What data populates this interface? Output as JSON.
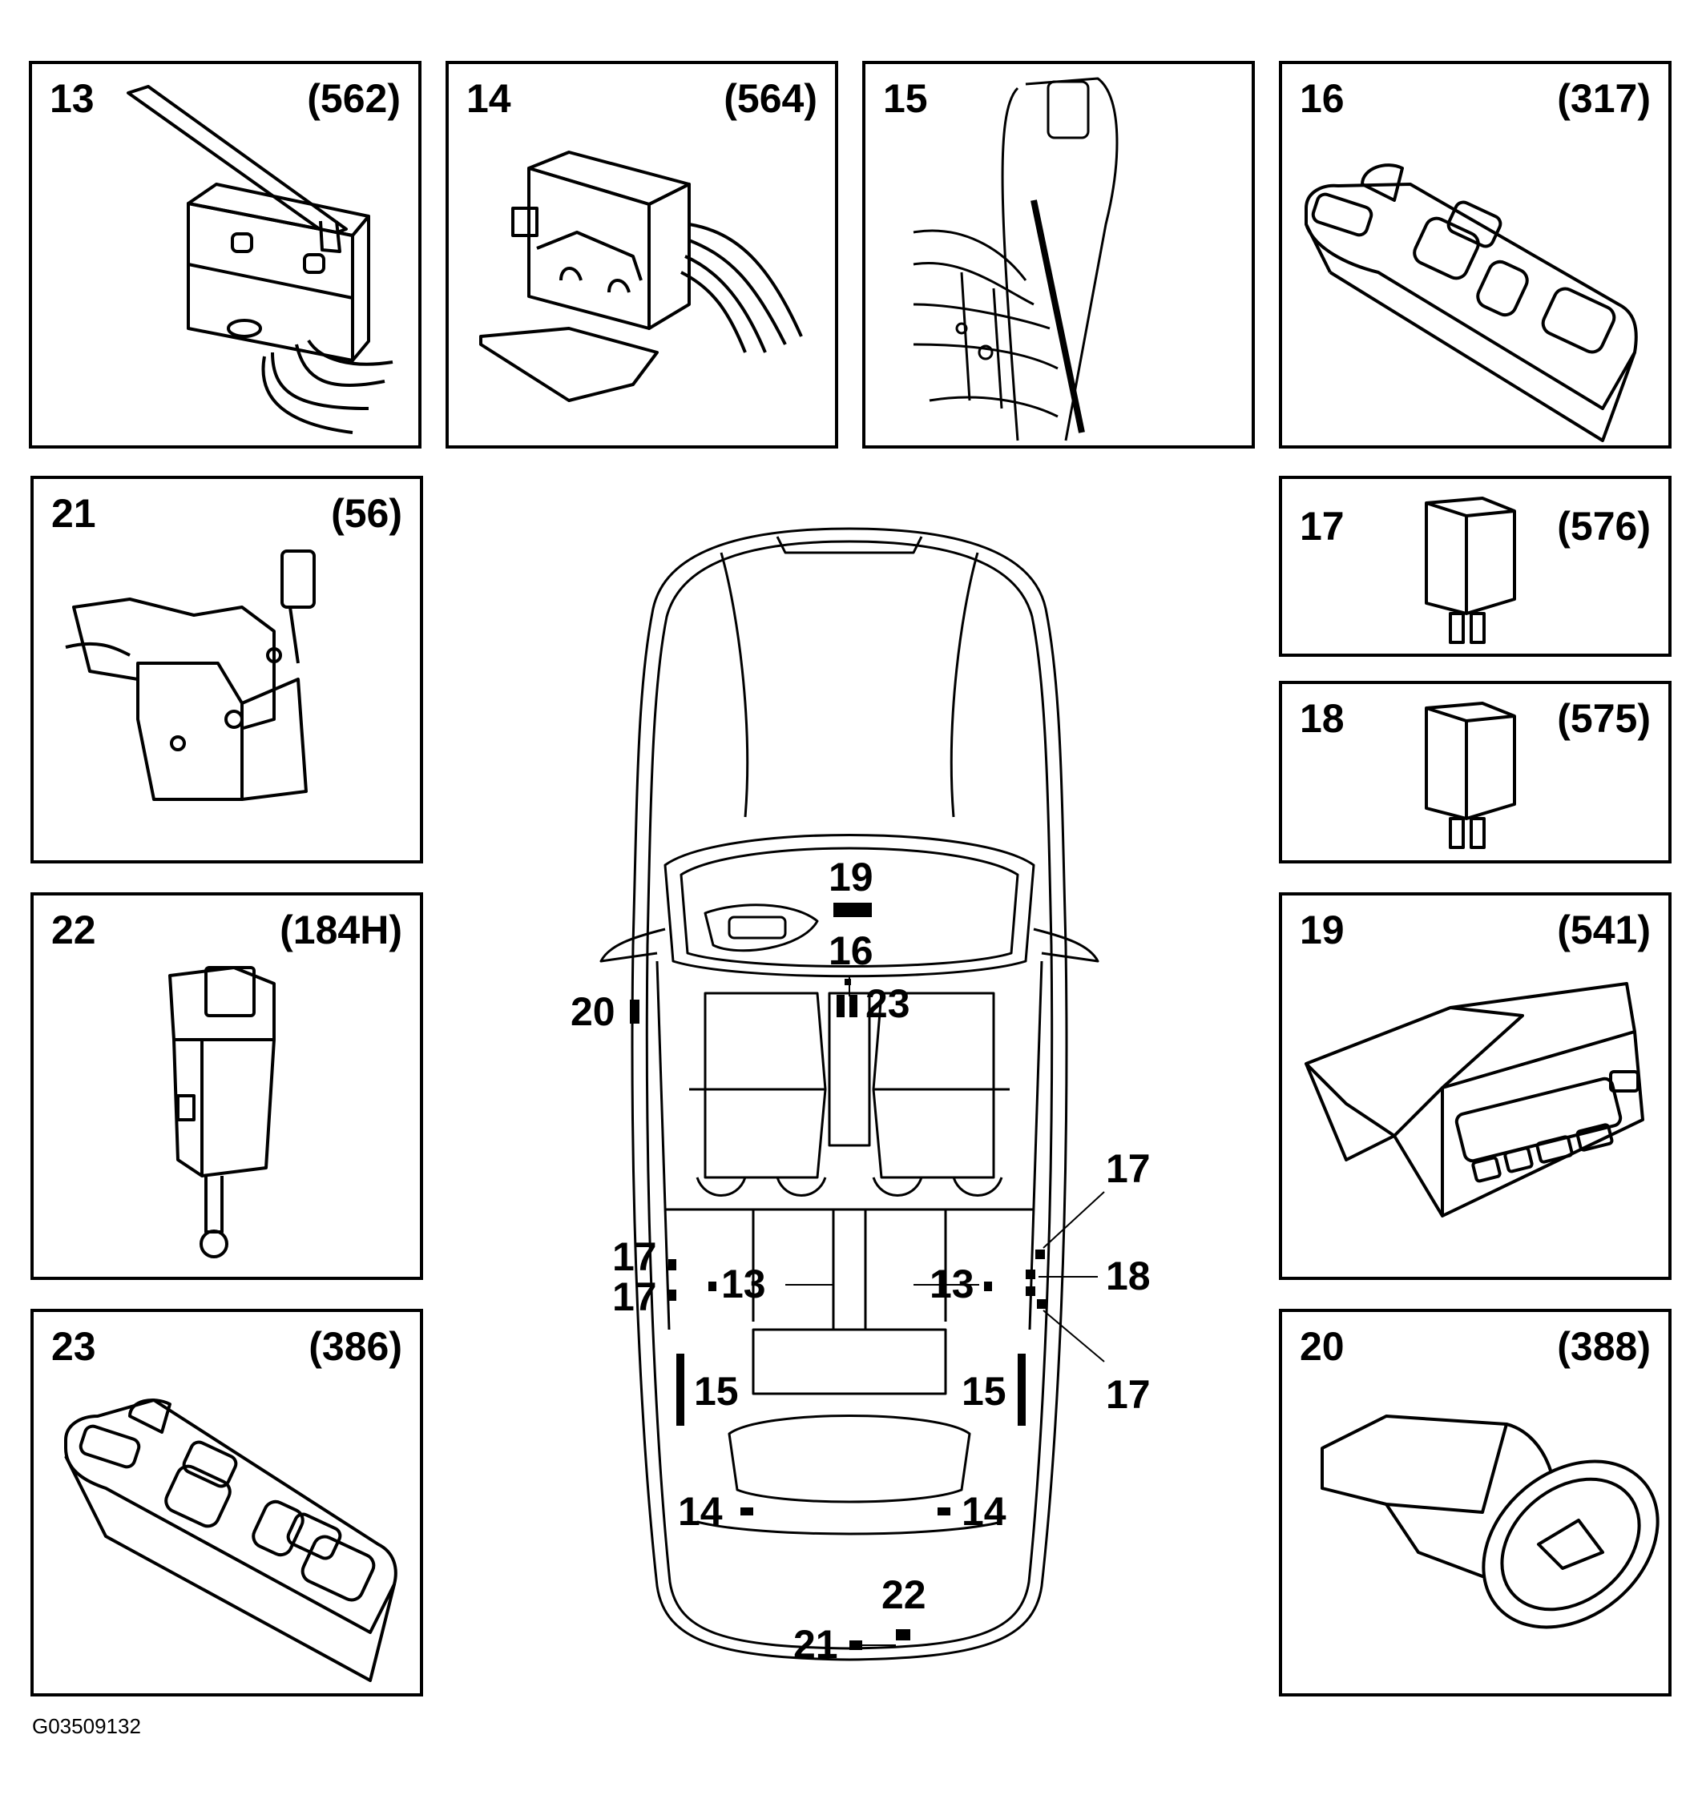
{
  "figure_id": "G03509132",
  "panels": {
    "p13": {
      "num": "13",
      "code": "(562)"
    },
    "p14": {
      "num": "14",
      "code": "(564)"
    },
    "p15": {
      "num": "15",
      "code": ""
    },
    "p16": {
      "num": "16",
      "code": "(317)"
    },
    "p21": {
      "num": "21",
      "code": "(56)"
    },
    "p17": {
      "num": "17",
      "code": "(576)"
    },
    "p18": {
      "num": "18",
      "code": "(575)"
    },
    "p22": {
      "num": "22",
      "code": "(184H)"
    },
    "p19": {
      "num": "19",
      "code": "(541)"
    },
    "p23": {
      "num": "23",
      "code": "(386)"
    },
    "p20": {
      "num": "20",
      "code": "(388)"
    }
  },
  "callouts": {
    "c19": "19",
    "c16": "16",
    "c23": "23",
    "c20": "20",
    "c17_right_top": "17",
    "c18_right": "18",
    "c17_right_bottom": "17",
    "c17_left_top": "17",
    "c17_left_bottom": "17",
    "c13_left": "13",
    "c13_right": "13",
    "c15_left": "15",
    "c15_right": "15",
    "c14_left": "14",
    "c14_right": "14",
    "c22": "22",
    "c21": "21"
  }
}
